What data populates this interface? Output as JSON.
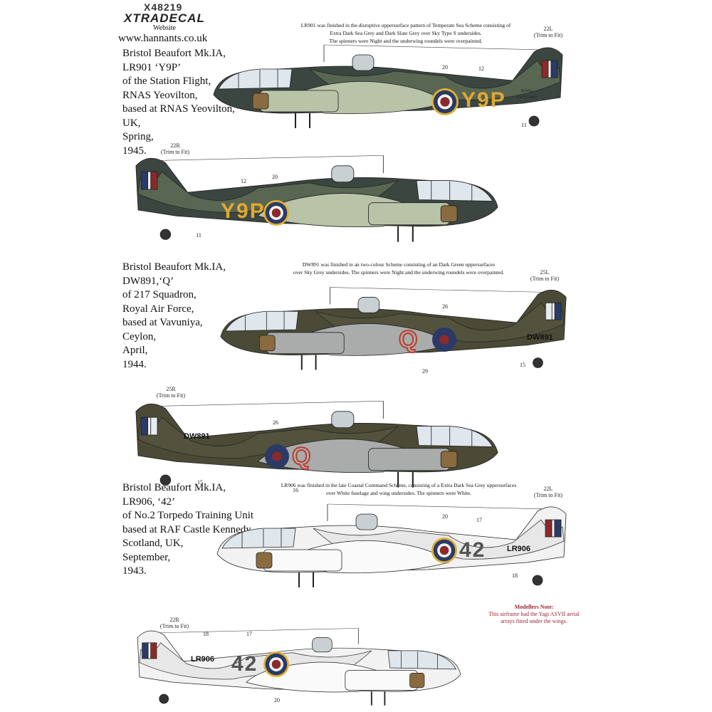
{
  "header": {
    "product_code": "X48219",
    "brand": "XTRADECAL",
    "website_label": "Website",
    "website": "www.hannants.co.uk"
  },
  "schemes": [
    {
      "title_lines": [
        "Bristol Beaufort Mk.IA,",
        "LR901 ‘Y9P’",
        "of the Station Flight,",
        "RNAS Yeovilton,",
        "based at RNAS Yeovilton,",
        "UK,",
        "Spring,",
        "1945."
      ],
      "note_lines": [
        "LR901 was finished in the disruptive uppersurface pattern of Temperate Sea Scheme consisting of",
        "Extra Dark Sea Grey and Dark Slate Grey over Sky Type S undersides.",
        "The spinners were Night and the underwing roundels were overpainted."
      ],
      "code_letters": "Y9P",
      "serial": "ROYAL NAVY LR901",
      "colors": {
        "upper": "#3b4640",
        "camo": "#5c6a55",
        "under": "#b9c3a8",
        "code": "#e0a832"
      }
    },
    {
      "title_lines": [
        "Bristol Beaufort Mk.IA,",
        "DW891,‘Q’",
        "of 217 Squadron,",
        "Royal Air Force,",
        "based at Vavuniya,",
        "Ceylon,",
        "April,",
        "1944."
      ],
      "note_lines": [
        "DW891 was finished in an two-colour Scheme consisting of an Dark Green uppersurfaces",
        "over Sky Grey undersides. The spinners were Night and the underwing roundels were overpainted."
      ],
      "code_letters": "Q",
      "serial": "DW891",
      "colors": {
        "upper": "#4a4a36",
        "camo": "#4a4a36",
        "under": "#a9acab",
        "code": "#c0392b"
      }
    },
    {
      "title_lines": [
        "Bristol Beaufort Mk.IA,",
        "LR906, ‘42’",
        "of No.2 Torpedo Training Unit",
        "based at RAF Castle Kennedy,",
        "Scotland, UK,",
        "September,",
        "1943."
      ],
      "note_lines": [
        "LR906 was finished in the late Coastal Command Scheme, consisting of a Extra Dark Sea Grey uppersurfaces",
        "over White fuselage and wing undersides. The spinners were White."
      ],
      "code_letters": "42",
      "serial": "LR906",
      "colors": {
        "upper": "#f2f2f2",
        "camo": "#e6e6e6",
        "under": "#fafafa",
        "code": "#555555"
      }
    }
  ],
  "callouts": {
    "trim": "(Trim to Fit)",
    "p1": {
      "fin": "22L",
      "roundel": "20",
      "code": "12",
      "wheel": "11"
    },
    "p2": {
      "fin": "22R",
      "roundel": "20",
      "code": "12",
      "wheel": "11"
    },
    "p3": {
      "fin": "25L",
      "roundel": "26",
      "code": "29",
      "wheel": "15"
    },
    "p4": {
      "fin": "25R",
      "roundel": "26",
      "code": "16",
      "wheel": "15"
    },
    "p5": {
      "fin": "22L",
      "roundel": "20",
      "code": "17",
      "serial": "18"
    },
    "p6": {
      "fin": "22R",
      "roundel": "20",
      "code": "17",
      "serial": "18"
    }
  },
  "modellers_note": {
    "title": "Modellers Note:",
    "lines": [
      "This airframe had the Yagi ASVII aerial",
      "arrays fitted under the wings."
    ]
  },
  "roundel_colors": {
    "blue": "#2b3a67",
    "red": "#8b2a2a",
    "yellow": "#e0b030",
    "white": "#f4f4f4"
  }
}
